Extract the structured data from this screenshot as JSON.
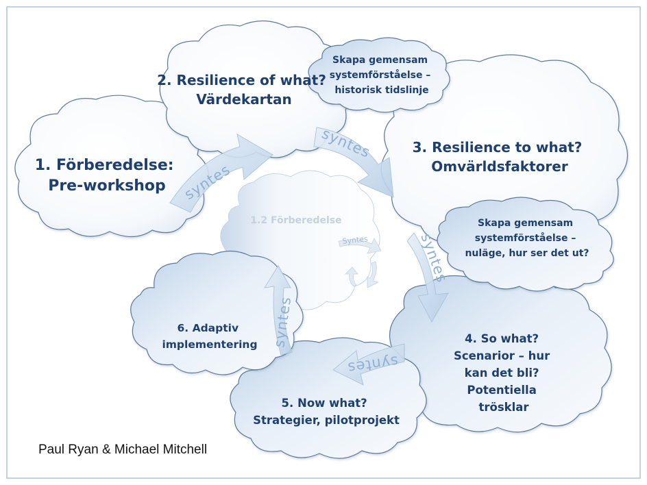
{
  "diagram": {
    "clouds": {
      "prep": {
        "lines": [
          "1. Förberedelse:",
          "Pre-workshop"
        ]
      },
      "resilience_of": {
        "lines": [
          "2. Resilience of what?",
          "Värdekartan"
        ]
      },
      "resilience_to": {
        "lines": [
          "3. Resilience to what?",
          "Omvärldsfaktorer"
        ]
      },
      "so_what": {
        "lines": [
          "4. So what?",
          "Scenarior – hur",
          "kan det bli?",
          "Potentiella",
          "trösklar"
        ]
      },
      "now_what": {
        "lines": [
          "5. Now what?",
          "Strategier, pilotprojekt"
        ]
      },
      "adaptive": {
        "lines": [
          "6. Adaptiv",
          "implementering"
        ]
      },
      "history": {
        "lines": [
          "Skapa gemensam",
          "systemförståelse –",
          "historisk tidslinje"
        ]
      },
      "present": {
        "lines": [
          "Skapa gemensam",
          "systemförståelse –",
          "nuläge, hur ser det ut?"
        ]
      },
      "inner": {
        "title": "1.2 Förberedelse"
      }
    },
    "arrow_label": "syntes",
    "inner_arrow_label": "Syntes"
  },
  "credit": "Paul Ryan & Michael Mitchell",
  "colors": {
    "text": "#1f3f6e",
    "cloud_edge": "#5f7a98",
    "cloud_fill": "#dbe7f3",
    "arrow_fill": "#c6d9ec"
  }
}
